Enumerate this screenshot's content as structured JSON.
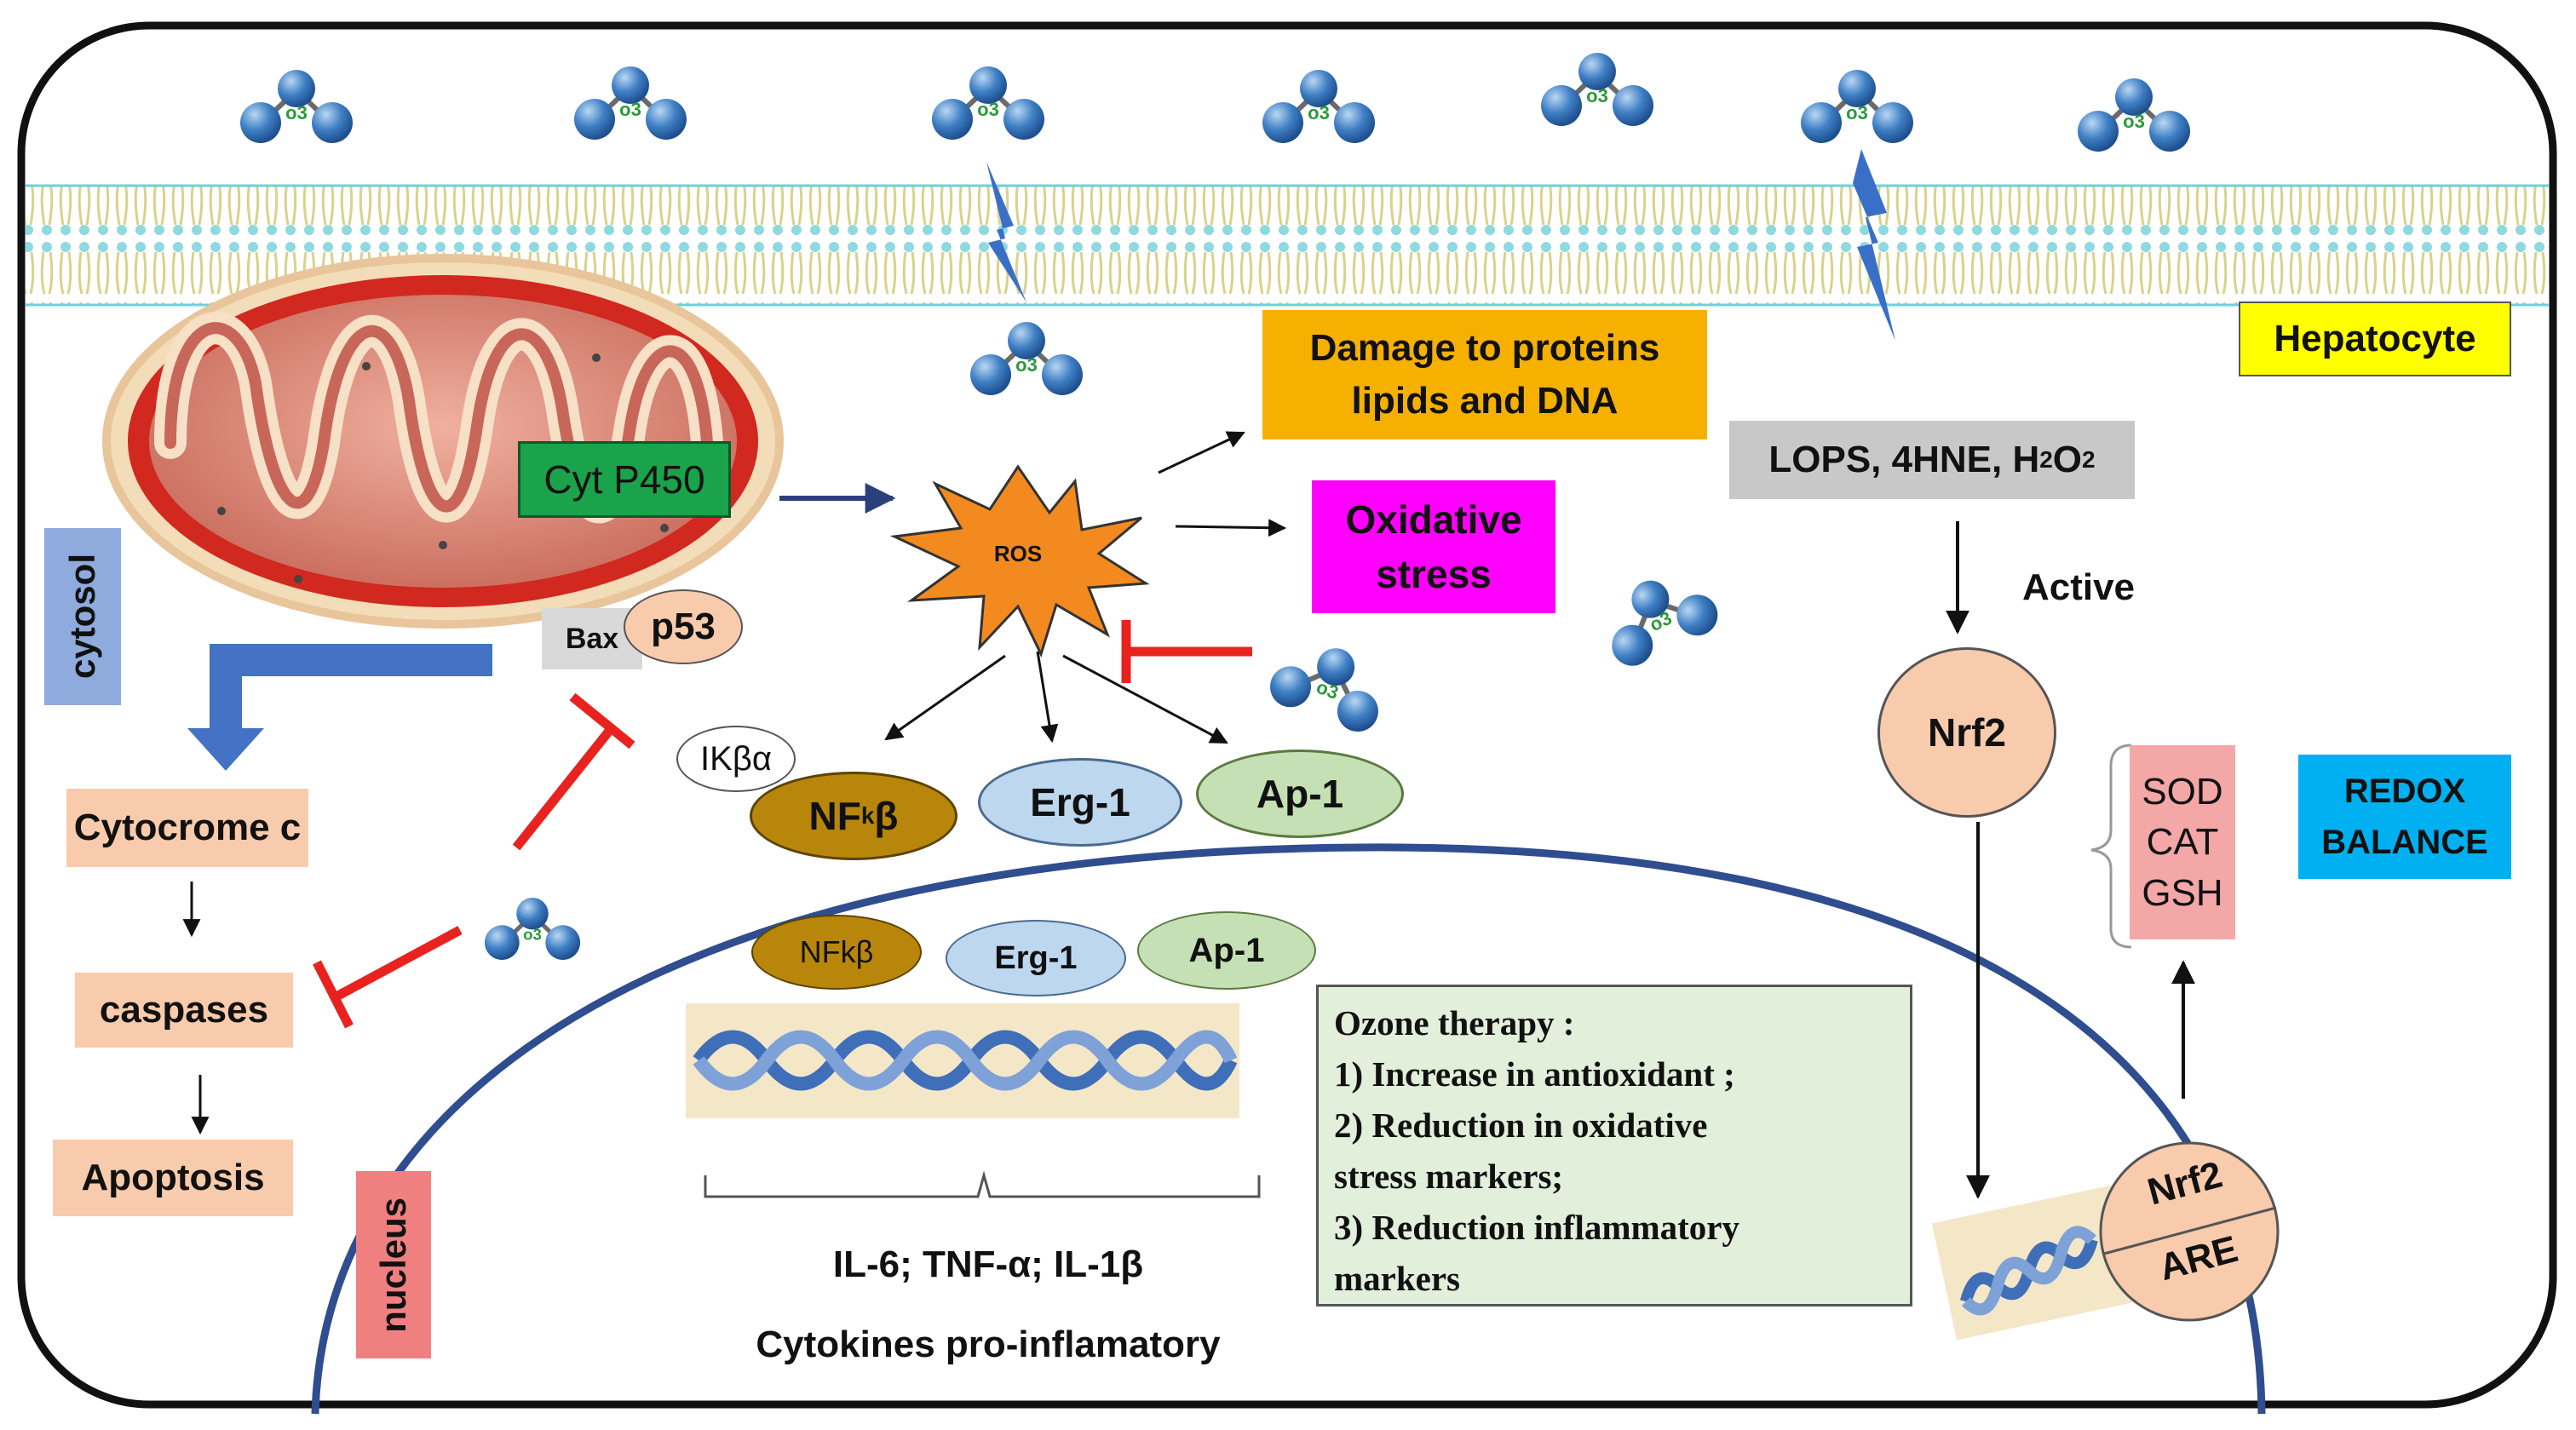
{
  "membrane": {
    "o3_label": "o3"
  },
  "labels": {
    "hepatocyte": "Hepatocyte",
    "cytosol": "cytosol",
    "nucleus": "nucleus",
    "cyt_p450": "Cyt P450",
    "ros": "ROS",
    "damage_line1": "Damage to proteins",
    "damage_line2": "lipids and DNA",
    "oxidative_line1": "Oxidative",
    "oxidative_line2": "stress",
    "lops_main": "LOPS, 4HNE, H",
    "lops_sub1": "2",
    "lops_mid": "O",
    "lops_sub2": "2",
    "active": "Active",
    "nrf2": "Nrf2",
    "nrf2_are_top": "Nrf2",
    "nrf2_are_bottom": "ARE",
    "sod": "SOD",
    "cat": "CAT",
    "gsh": "GSH",
    "redox_line1": "REDOX",
    "redox_line2": "BALANCE",
    "bax": "Bax",
    "p53": "p53",
    "ikba": "IKβα",
    "nfkb_cyto_main": "NF",
    "nfkb_cyto_sub": "k",
    "nfkb_cyto_end": "β",
    "erg1_cyto": "Erg-1",
    "ap1_cyto": "Ap-1",
    "nfkb_nuc": "NFkβ",
    "erg1_nuc": "Erg-1",
    "ap1_nuc": "Ap-1",
    "cytocrome_c": "Cytocrome c",
    "caspases": "caspases",
    "apoptosis": "Apoptosis",
    "cytokines_list": "IL-6; TNF-α; IL-1β",
    "cytokines_title": "Cytokines pro-inflamatory"
  },
  "ozone_therapy": {
    "title": "Ozone therapy :",
    "line1": "1) Increase in antioxidant   ;",
    "line2": "2) Reduction  in oxidative",
    "line3": "stress markers;",
    "line4": "3) Reduction  inflammatory",
    "line5": "markers"
  },
  "colors": {
    "cyt_p450": "#1aa34a",
    "damage": "#f5b000",
    "oxidative": "#ff00ff",
    "hepatocyte": "#ffff00",
    "lops": "#c8c8c8",
    "redox": "#00b0f0",
    "cytosol": "#8faadc",
    "nucleus": "#f08080",
    "peach": "#f8cbad",
    "ozone_box": "#e2efda",
    "inhibit": "#e8231f",
    "nucleus_outline": "#2f4d8f"
  }
}
